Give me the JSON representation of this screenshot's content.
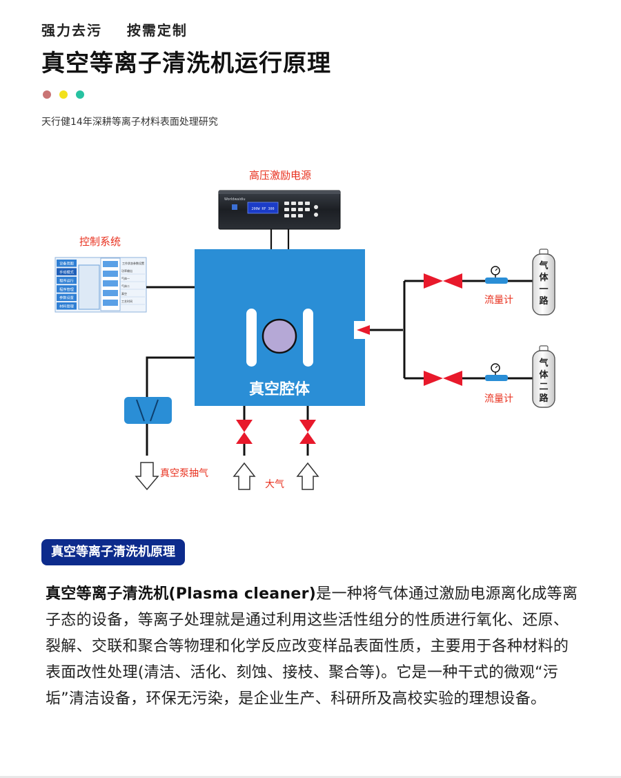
{
  "header": {
    "slogan": "强力去污    按需定制",
    "title": "真空等离子清洗机运行原理",
    "dots": [
      "#c97474",
      "#f2e11b",
      "#27c2a1"
    ],
    "tagline": "天行健14年深耕等离子材料表面处理研究"
  },
  "diagram": {
    "power_label": "高压激励电源",
    "power_brand": "Worldwaidiu",
    "power_display": "200W  RF  300",
    "control_label": "控制系统",
    "control_menu": [
      "设备简图",
      "手动模式",
      "程序运行",
      "程序管理",
      "参数设置",
      "材料管理"
    ],
    "control_cols": [
      "工作状态",
      "参数设置"
    ],
    "control_rows": [
      "功率输出",
      "气体一",
      "气体二",
      "真空",
      "工艺时间"
    ],
    "chamber_label": "真空腔体",
    "flowmeter_label_1": "流量计",
    "flowmeter_label_2": "流量计",
    "gas_1": [
      "气",
      "体",
      "一",
      "路"
    ],
    "gas_2": [
      "气",
      "体",
      "二",
      "路"
    ],
    "pump_label": "真空泵抽气",
    "atmosphere_label": "大气",
    "colors": {
      "chamber": "#2a8ed6",
      "valve": "#e8192b",
      "pipe": "#111111",
      "label": "#e8301e"
    }
  },
  "section": {
    "heading": "真空等离子清洗机原理",
    "lead": "真空等离子清洗机(Plasma cleaner)",
    "body": "是一种将气体通过激励电源离化成等离子态的设备，等离子处理就是通过利用这些活性组分的性质进行氧化、还原、裂解、交联和聚合等物理和化学反应改变样品表面性质，主要用于各种材料的表面改性处理(清洁、活化、刻蚀、接枝、聚合等)。它是一种干式的微观“污垢”清洁设备，环保无污染，是企业生产、科研所及高校实验的理想设备。"
  }
}
